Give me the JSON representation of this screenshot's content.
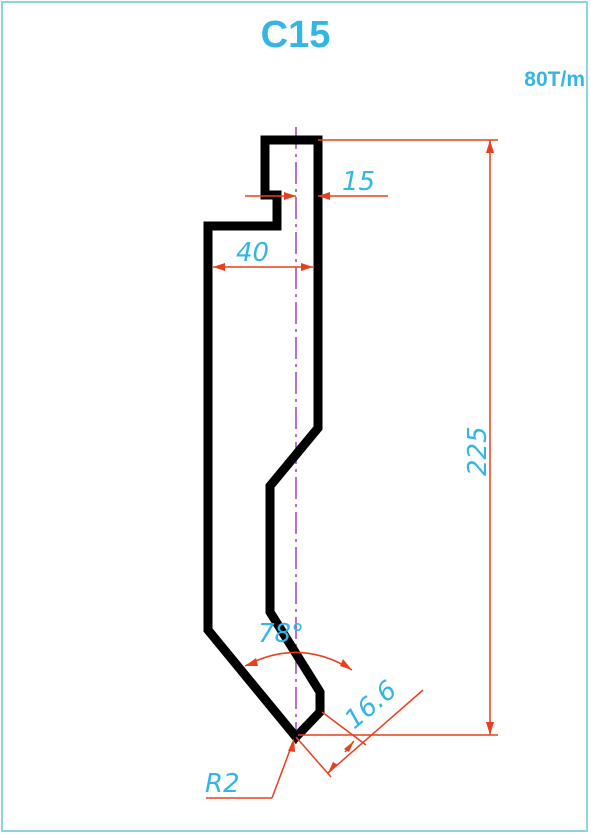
{
  "title": "C15",
  "tonnage": "80T/m",
  "dimensions": {
    "top_width": "15",
    "body_width": "40",
    "height": "225",
    "tip_angle": "78°",
    "tip_length": "16.6",
    "tip_radius": "R2"
  },
  "colors": {
    "accent": "#33b5e5",
    "dimension_line": "#e8401c",
    "profile": "#000000",
    "centerline": "#a040c0",
    "frame": "#8fd3df"
  }
}
